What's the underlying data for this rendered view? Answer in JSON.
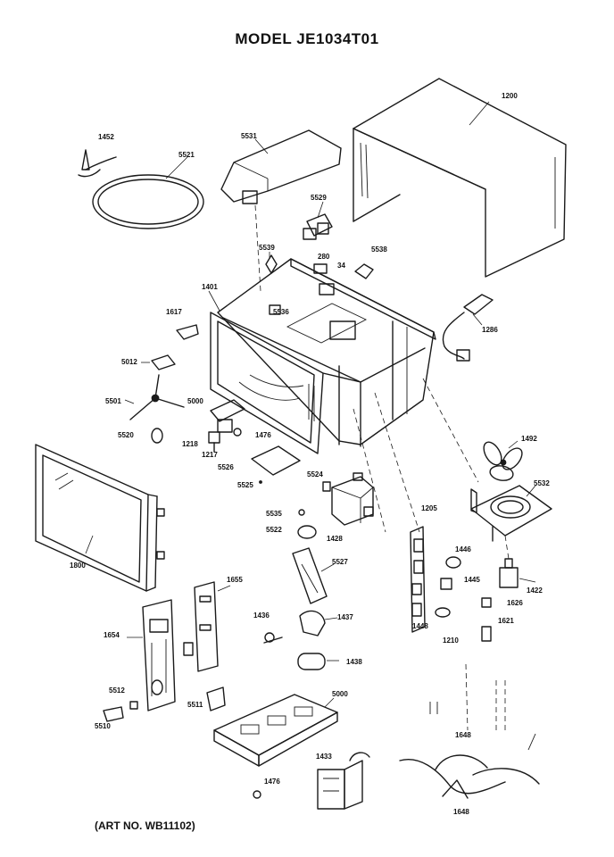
{
  "title": "MODEL JE1034T01",
  "art_number": "(ART NO. WB11102)",
  "part_labels": {
    "p1452": "1452",
    "p5521": "5521",
    "p5531": "5531",
    "p1200": "1200",
    "p5529": "5529",
    "p5539": "5539",
    "p280": "280",
    "p34": "34",
    "p5538": "5538",
    "p1401": "1401",
    "p1617": "1617",
    "p5536": "5536",
    "p1286": "1286",
    "p5012": "5012",
    "p5501": "5501",
    "p5000a": "5000",
    "p5520": "5520",
    "p1218": "1218",
    "p1217": "1217",
    "p1476a": "1476",
    "p5526": "5526",
    "p5525": "5525",
    "p1492": "1492",
    "p5532": "5532",
    "p5524": "5524",
    "p5535": "5535",
    "p5522": "5522",
    "p1428": "1428",
    "p1205": "1205",
    "p1446": "1446",
    "p1445": "1445",
    "p1422": "1422",
    "p1626": "1626",
    "p1621": "1621",
    "p1800": "1800",
    "p1655": "1655",
    "p5527": "5527",
    "p1436": "1436",
    "p1437": "1437",
    "p1654": "1654",
    "p1448": "1448",
    "p1210": "1210",
    "p1438": "1438",
    "p5512": "5512",
    "p5510": "5510",
    "p5511": "5511",
    "p5000b": "5000",
    "p1648a": "1648",
    "p1433": "1433",
    "p1476b": "1476",
    "p1648b": "1648"
  }
}
